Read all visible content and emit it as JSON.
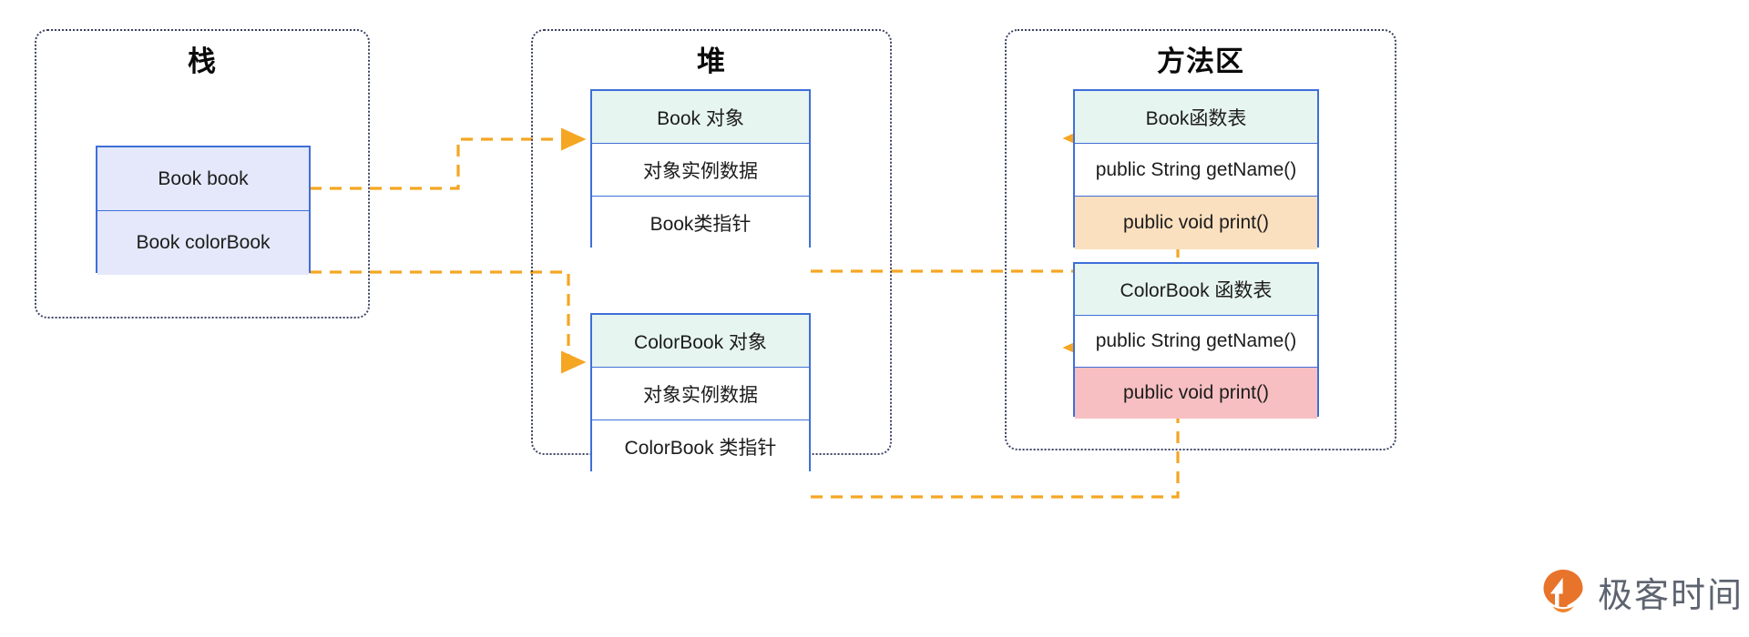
{
  "diagram": {
    "title": "JVM 内存区域：栈 / 堆 / 方法区 对象与函数表引用关系",
    "accent_orange": "#f5a623",
    "accent_blue": "#3f6fd8",
    "region_border": "#3c4363"
  },
  "regions": {
    "stack": {
      "name": "栈"
    },
    "heap": {
      "name": "堆"
    },
    "method_area": {
      "name": "方法区"
    }
  },
  "stack_frame": {
    "rows": [
      {
        "label": "Book  book",
        "fill": "#e4e8fa"
      },
      {
        "label": "Book colorBook",
        "fill": "#e4e8fa"
      }
    ]
  },
  "heap_objects": [
    {
      "id": "book-object",
      "rows": [
        {
          "label": "Book 对象",
          "fill": "#e7f5f1"
        },
        {
          "label": "对象实例数据",
          "fill": "#ffffff"
        },
        {
          "label": "Book类指针",
          "fill": "#ffffff"
        }
      ]
    },
    {
      "id": "colorbook-object",
      "rows": [
        {
          "label": "ColorBook 对象",
          "fill": "#e7f5f1"
        },
        {
          "label": "对象实例数据",
          "fill": "#ffffff"
        },
        {
          "label": "ColorBook 类指针",
          "fill": "#ffffff"
        }
      ]
    }
  ],
  "method_tables": [
    {
      "id": "book-vtable",
      "rows": [
        {
          "label": "Book函数表",
          "fill": "#e7f5f1"
        },
        {
          "label": "public String getName()",
          "fill": "#ffffff"
        },
        {
          "label": "public void print()",
          "fill": "#fbe0c0"
        }
      ]
    },
    {
      "id": "colorbook-vtable",
      "rows": [
        {
          "label": "ColorBook 函数表",
          "fill": "#e7f5f1"
        },
        {
          "label": "public String getName()",
          "fill": "#ffffff"
        },
        {
          "label": "public void print()",
          "fill": "#f7bfc2"
        }
      ]
    }
  ],
  "connections": [
    {
      "from": "Book  book",
      "to": "Book 对象",
      "style": "dashed-orange-arrow"
    },
    {
      "from": "Book colorBook",
      "to": "ColorBook 对象",
      "style": "dashed-orange-arrow"
    },
    {
      "from": "Book类指针",
      "to": "Book函数表",
      "style": "dashed-orange-arrow"
    },
    {
      "from": "ColorBook 类指针",
      "to": "ColorBook 函数表",
      "style": "dashed-orange-arrow"
    }
  ],
  "watermark": {
    "brand": "极客时间",
    "icon": "geekbang-logo-icon",
    "color": "#e8732a"
  }
}
